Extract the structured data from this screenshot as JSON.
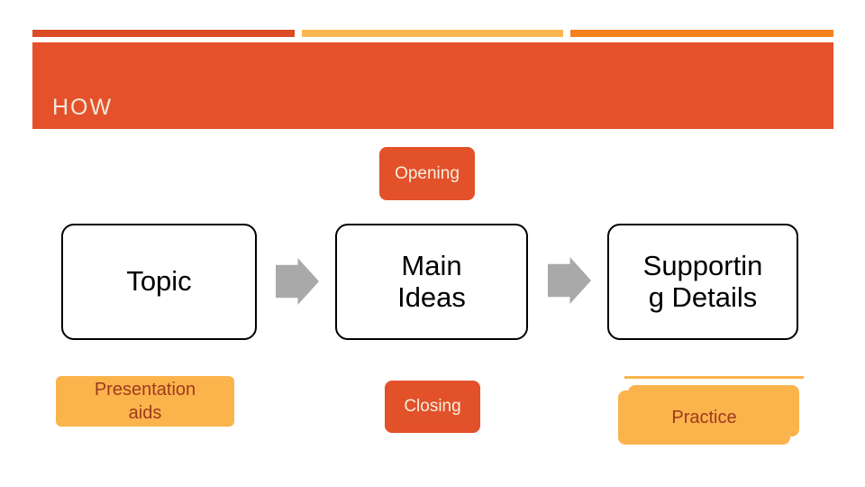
{
  "slide": {
    "title": "HOW"
  },
  "header": {
    "accent_bar_colors": [
      "#DA4B26",
      "#FCB64F",
      "#F5821F"
    ],
    "banner_color": "#E5512B",
    "title_color": "#F3E9DA"
  },
  "diagram": {
    "opening": {
      "label": "Opening",
      "bg": "#E2512A",
      "text_color": "#F6EEDE"
    },
    "steps": [
      {
        "label": "Topic"
      },
      {
        "label": "Main\nIdeas"
      },
      {
        "label": "Supportin\ng Details"
      }
    ],
    "arrow_color": "#A9A9A9",
    "step_border_color": "#000000",
    "presentation_aids": {
      "label": "Presentation\naids",
      "bg": "#FBB34C",
      "text_color": "#9E3A1E"
    },
    "closing": {
      "label": "Closing",
      "bg": "#E2512A",
      "text_color": "#F6EEDE"
    },
    "practice": {
      "label": "Practice",
      "bg": "#FBB34C",
      "text_color": "#9E3A1E"
    }
  }
}
